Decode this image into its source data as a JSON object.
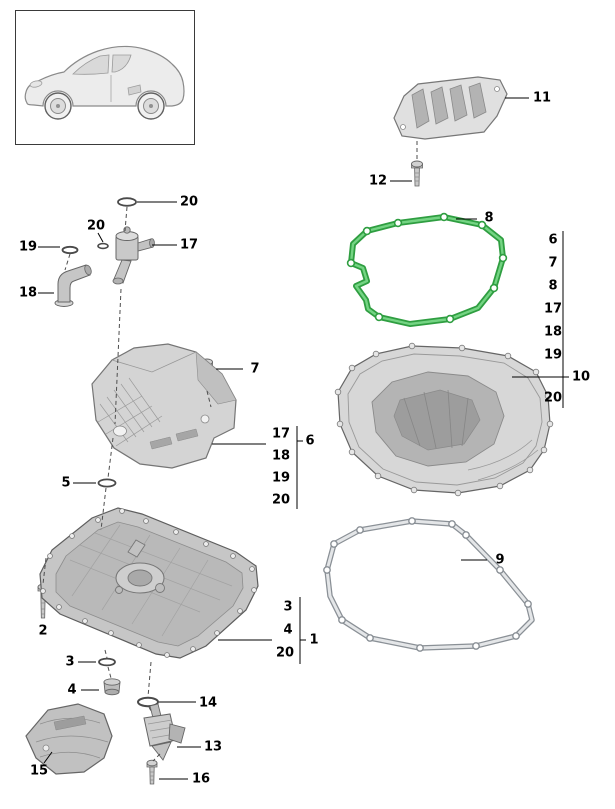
{
  "diagram": {
    "background": "#ffffff",
    "line_color": "#000000",
    "highlight": {
      "part": "8",
      "color": "#2f9e41"
    }
  },
  "callouts": {
    "c20_top": "20",
    "c20_neck": "20",
    "c17": "17",
    "c19": "19",
    "c18": "18",
    "c7": "7",
    "c5": "5",
    "c2": "2",
    "c3": "3",
    "c4": "4",
    "c14": "14",
    "c13": "13",
    "c15": "15",
    "c16": "16",
    "c11": "11",
    "c12": "12",
    "c8": "8",
    "c9": "9"
  },
  "groups": {
    "baffle": {
      "assembly": "6",
      "components": [
        "17",
        "18",
        "19",
        "20"
      ]
    },
    "lower_pan": {
      "assembly": "1",
      "components": [
        "3",
        "4",
        "20"
      ]
    },
    "upper_pan": {
      "assembly": "10",
      "components": [
        "6",
        "7",
        "8",
        "17",
        "18",
        "19",
        "20"
      ]
    }
  }
}
